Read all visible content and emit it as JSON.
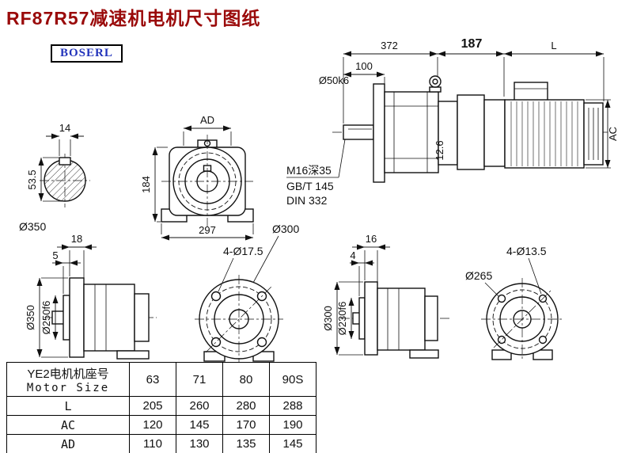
{
  "page": {
    "title": "RF87R57减速机电机尺寸图纸",
    "logo": "BOSERL"
  },
  "colors": {
    "title_red": "#9a0a0a",
    "logo_blue": "#2233bb",
    "line_black": "#111111"
  },
  "assembly_view": {
    "dim_372": "372",
    "dim_187": "187",
    "dim_L": "L",
    "dim_100": "100",
    "shaft_dia": "Ø50k6",
    "keyway_dim": "12.6",
    "tap_hole": "M16深35",
    "standard_gb": "GB/T 145",
    "standard_din": "DIN 332",
    "dim_AC": "AC"
  },
  "shaft_section_view": {
    "dim_width": "14",
    "dim_height": "53.5",
    "dia_label": "Ø350"
  },
  "front_view": {
    "dim_AD": "AD",
    "dim_184": "184",
    "dim_297": "297"
  },
  "output_side_view": {
    "dim_18": "18",
    "dim_5": "5",
    "dia_flange": "Ø350",
    "dia_spigot": "Ø250f6"
  },
  "flange_view_300": {
    "dia_label": "Ø300",
    "holes_label": "4-Ø17.5"
  },
  "input_side_view": {
    "dim_16": "16",
    "dim_4": "4",
    "dia_flange": "Ø300",
    "dia_spigot": "Ø230f6"
  },
  "flange_view_265": {
    "dia_label": "Ø265",
    "holes_label": "4-Ø13.5"
  },
  "table": {
    "header_cn": "YE2电机机座号",
    "header_en": "Motor Size",
    "sizes": [
      "63",
      "71",
      "80",
      "90S"
    ],
    "rows": [
      {
        "label": "L",
        "values": [
          "205",
          "260",
          "280",
          "288"
        ]
      },
      {
        "label": "AC",
        "values": [
          "120",
          "145",
          "170",
          "190"
        ]
      },
      {
        "label": "AD",
        "values": [
          "110",
          "130",
          "135",
          "145"
        ]
      }
    ]
  }
}
